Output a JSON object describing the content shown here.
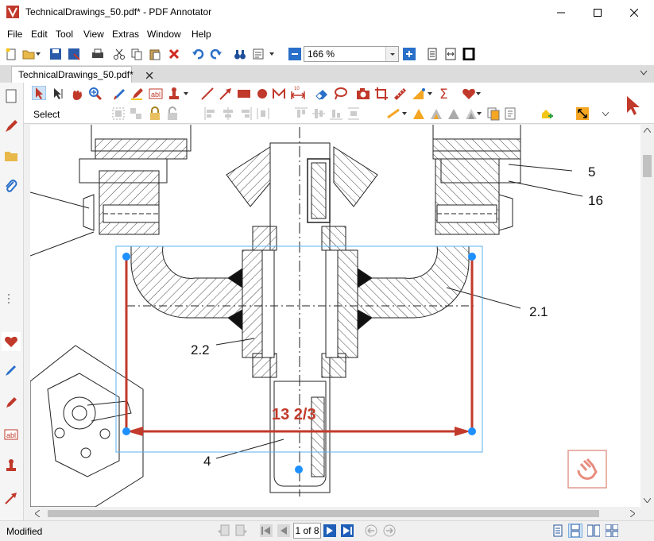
{
  "window": {
    "title": "TechnicalDrawings_50.pdf* - PDF Annotator",
    "minimize_icon": "minimize-icon",
    "maximize_icon": "maximize-icon",
    "close_icon": "close-icon"
  },
  "menu": {
    "items": [
      "File",
      "Edit",
      "Tool",
      "View",
      "Extras",
      "Window",
      "Help"
    ]
  },
  "toolbar": {
    "zoom_value": "166 %"
  },
  "tab": {
    "label": "TechnicalDrawings_50.pdf*"
  },
  "annotation_toolbar": {
    "mode_label": "Select"
  },
  "drawing": {
    "labels": [
      "5",
      "16",
      "2.1",
      "2.2",
      "4"
    ],
    "measurement": "13 2/3"
  },
  "status": {
    "text": "Modified",
    "page_indicator": "1 of 8"
  },
  "colors": {
    "accent_red": "#c0392b",
    "measure_red": "#c23a2b",
    "selection_blue": "#1e90ff",
    "toolbar_blue": "#2a6fc9"
  }
}
